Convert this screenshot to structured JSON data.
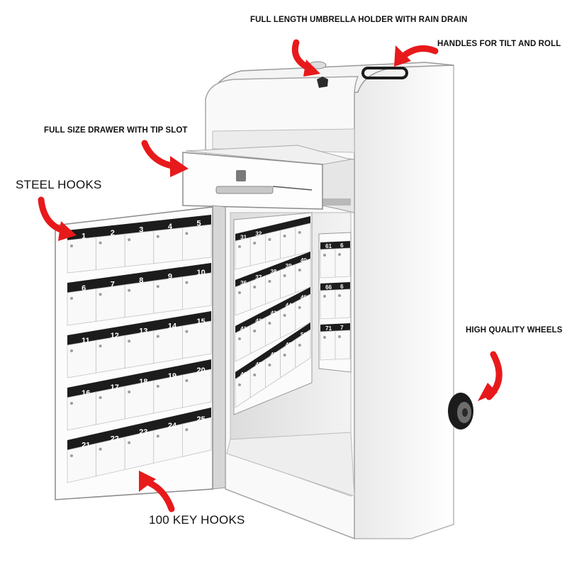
{
  "callouts": {
    "umbrella": "FULL LENGTH UMBRELLA HOLDER WITH RAIN DRAIN",
    "handles": "HANDLES FOR TILT AND ROLL",
    "drawer": "FULL SIZE DRAWER WITH TIP SLOT",
    "steel_hooks": "STEEL HOOKS",
    "wheels": "HIGH QUALITY WHEELS",
    "key_hooks": "100 KEY HOOKS"
  },
  "door_hook_numbers": [
    [
      "1",
      "2",
      "3",
      "4",
      "5"
    ],
    [
      "6",
      "7",
      "8",
      "9",
      "10"
    ],
    [
      "11",
      "12",
      "13",
      "14",
      "15"
    ],
    [
      "16",
      "17",
      "18",
      "19",
      "20"
    ],
    [
      "21",
      "22",
      "23",
      "24",
      "25"
    ]
  ],
  "inner_left_hook_numbers": [
    [
      "31",
      "32"
    ],
    [
      "36",
      "37",
      "38",
      "39",
      "40"
    ],
    [
      "41",
      "42",
      "43",
      "44",
      "45"
    ],
    [
      "46",
      "47",
      "48",
      "49",
      "50"
    ]
  ],
  "inner_right_hook_numbers": [
    [
      "61",
      "6"
    ],
    [
      "66",
      "6"
    ],
    [
      "71",
      "7"
    ]
  ],
  "colors": {
    "arrow": "#e8191b",
    "cabinet": "#f7f7f7",
    "edge": "#9a9a9a",
    "number_strip": "#1c1c1c"
  }
}
